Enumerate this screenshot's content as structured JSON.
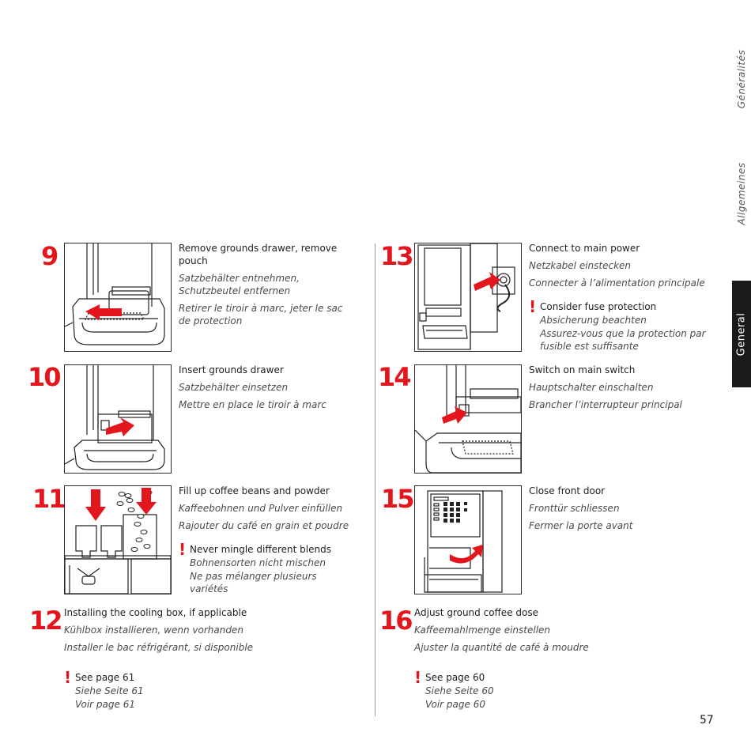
{
  "side_tabs": {
    "fr": "Généralités",
    "de": "Allgemeines",
    "en": "General"
  },
  "page_number": "57",
  "colors": {
    "accent": "#e3161e",
    "tab": "#1a1a1a"
  },
  "steps": {
    "s9": {
      "num": "9",
      "en": "Remove grounds drawer, remove pouch",
      "de": "Satzbehälter entnehmen, Schutzbeutel entfernen",
      "fr": "Retirer le tiroir à marc, jeter le sac de protection"
    },
    "s10": {
      "num": "10",
      "en": "Insert grounds drawer",
      "de": "Satzbehälter einsetzen",
      "fr": "Mettre en place le tiroir à marc"
    },
    "s11": {
      "num": "11",
      "en": "Fill up coffee beans and powder",
      "de": "Kaffeebohnen und Pulver einfüllen",
      "fr": "Rajouter du café en grain et poudre",
      "warning": {
        "en": "Never mingle different blends",
        "de": "Bohnensorten nicht mischen",
        "fr": "Ne pas mélanger plusieurs variétés"
      }
    },
    "s12": {
      "num": "12",
      "en": "Installing the cooling box, if applicable",
      "de": "Kühlbox installieren, wenn vorhanden",
      "fr": "Installer le bac réfrigérant, si disponible",
      "warning": {
        "en": "See page 61",
        "de": "Siehe Seite 61",
        "fr": "Voir page 61"
      }
    },
    "s13": {
      "num": "13",
      "en": "Connect to main power",
      "de": "Netzkabel einstecken",
      "fr": "Connecter à l’alimentation principale",
      "warning": {
        "en": "Consider fuse protection",
        "de": "Absicherung beachten",
        "fr": "Assurez-vous que la protection par fusible est suffisante"
      }
    },
    "s14": {
      "num": "14",
      "en": "Switch on main switch",
      "de": "Hauptschalter einschalten",
      "fr": "Brancher l’interrupteur principal"
    },
    "s15": {
      "num": "15",
      "en": "Close front door",
      "de": "Fronttür schliessen",
      "fr": "Fermer la porte avant"
    },
    "s16": {
      "num": "16",
      "en": "Adjust ground coffee dose",
      "de": "Kaffeemahlmenge einstellen",
      "fr": "Ajuster la quantité de café à moudre",
      "warning": {
        "en": "See page 60",
        "de": "Siehe Seite 60",
        "fr": "Voir page 60"
      }
    }
  }
}
